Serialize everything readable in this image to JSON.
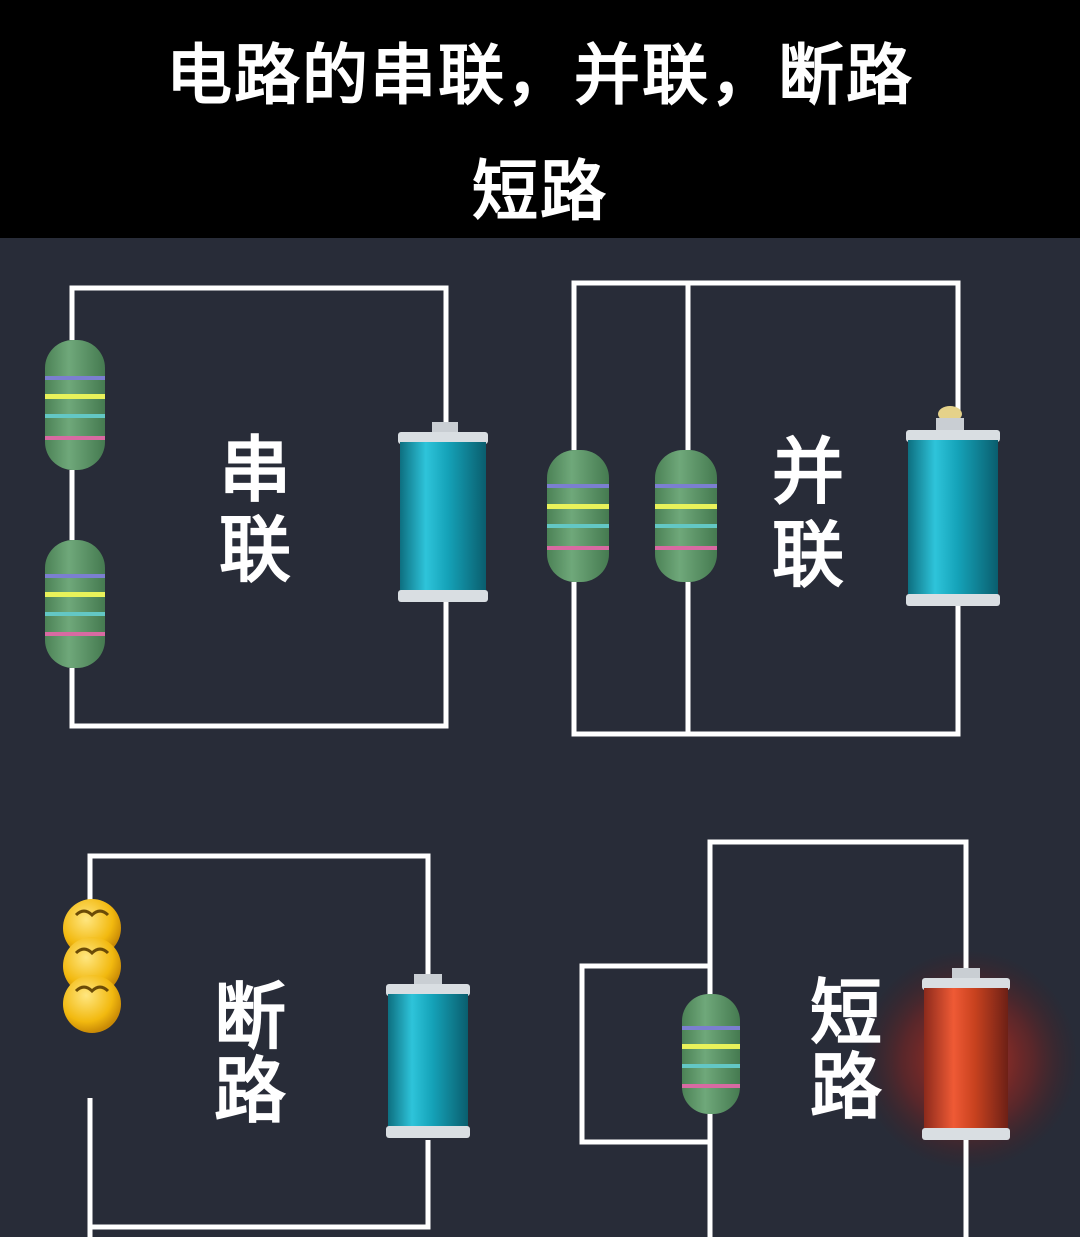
{
  "title": {
    "line1": "电路的串联，并联，断路",
    "line2": "短路"
  },
  "circuits": {
    "series": {
      "label_top": "串",
      "label_bottom": "联"
    },
    "parallel": {
      "label_top": "并",
      "label_bottom": "联"
    },
    "open": {
      "label_top": "断",
      "label_bottom": "路"
    },
    "short": {
      "label_top": "短",
      "label_bottom": "路"
    }
  },
  "colors": {
    "background": "#282c38",
    "header": "#000000",
    "wire": "#ffffff",
    "resistor_body": "#5f9a6a",
    "battery_body": "#1faec4",
    "battery_burning": "#d8452c",
    "bulb_yellow": "#f5c518"
  }
}
